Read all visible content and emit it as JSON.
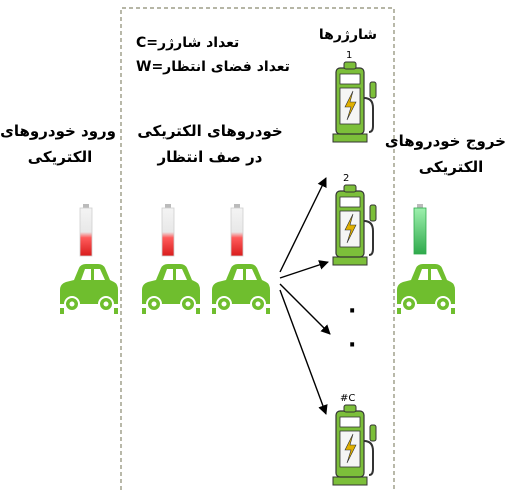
{
  "labels": {
    "entry": [
      "ورود خودروهای",
      "الکتریکی"
    ],
    "queue": [
      "خودروهای الکتریکی",
      "در صف انتظار"
    ],
    "exit": [
      "خروج خودروهای",
      "الکتریکی"
    ],
    "chargers_title": "شارژرها",
    "charger_count": "تعداد شارژر=C",
    "waiting_count": "تعداد فضای انتظار=W"
  },
  "charger_ids": [
    "1",
    "2",
    "#C"
  ],
  "ellipsis": "·",
  "colors": {
    "car": "#6fbe2e",
    "charger_body": "#7cbf3a",
    "battery_low": "#d81c1c",
    "battery_full": "#3cbf5a",
    "border": "#8a8a70"
  }
}
